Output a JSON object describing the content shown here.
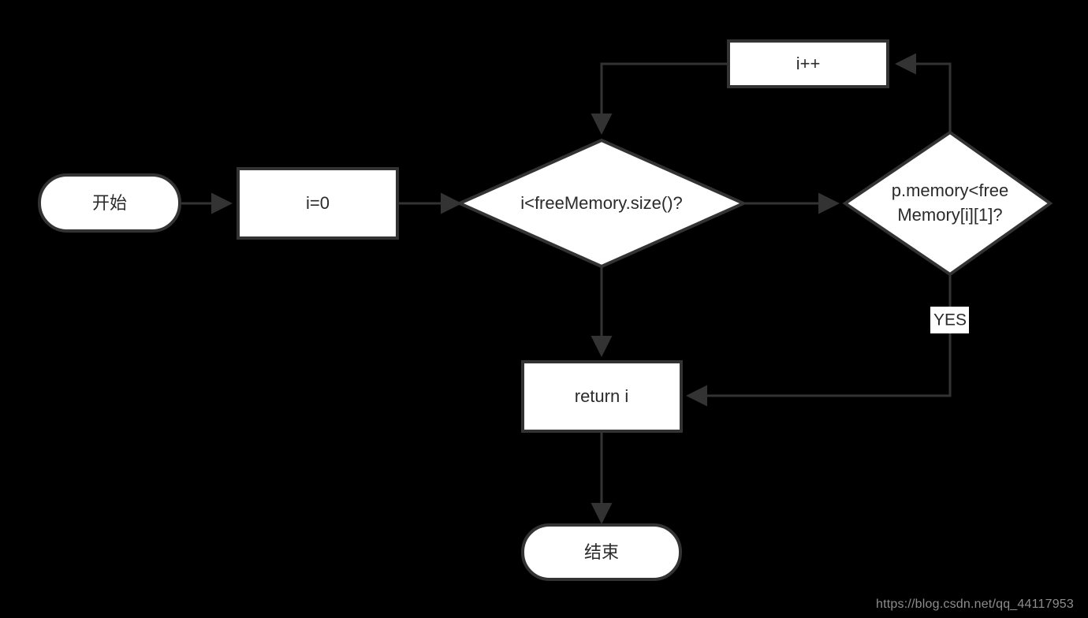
{
  "diagram": {
    "title": "Memory allocation first-fit search flowchart",
    "background_color": "#000000",
    "node_fill": "#ffffff",
    "node_stroke": "#333333",
    "text_color": "#2b2b2b",
    "nodes": {
      "start": {
        "label": "开始",
        "shape": "stadium"
      },
      "init": {
        "label": "i=0",
        "shape": "rect"
      },
      "loop_condition": {
        "label": "i<freeMemory.size()?",
        "shape": "diamond"
      },
      "fit_condition": {
        "label_line1": "p.memory<free",
        "label_line2": "Memory[i][1]?",
        "shape": "diamond"
      },
      "increment": {
        "label": "i++",
        "shape": "rect"
      },
      "return_value": {
        "label": "return i",
        "shape": "rect"
      },
      "end": {
        "label": "结束",
        "shape": "stadium"
      }
    },
    "edge_labels": {
      "yes": "YES"
    }
  },
  "watermark": {
    "text": "https://blog.csdn.net/qq_44117953"
  }
}
